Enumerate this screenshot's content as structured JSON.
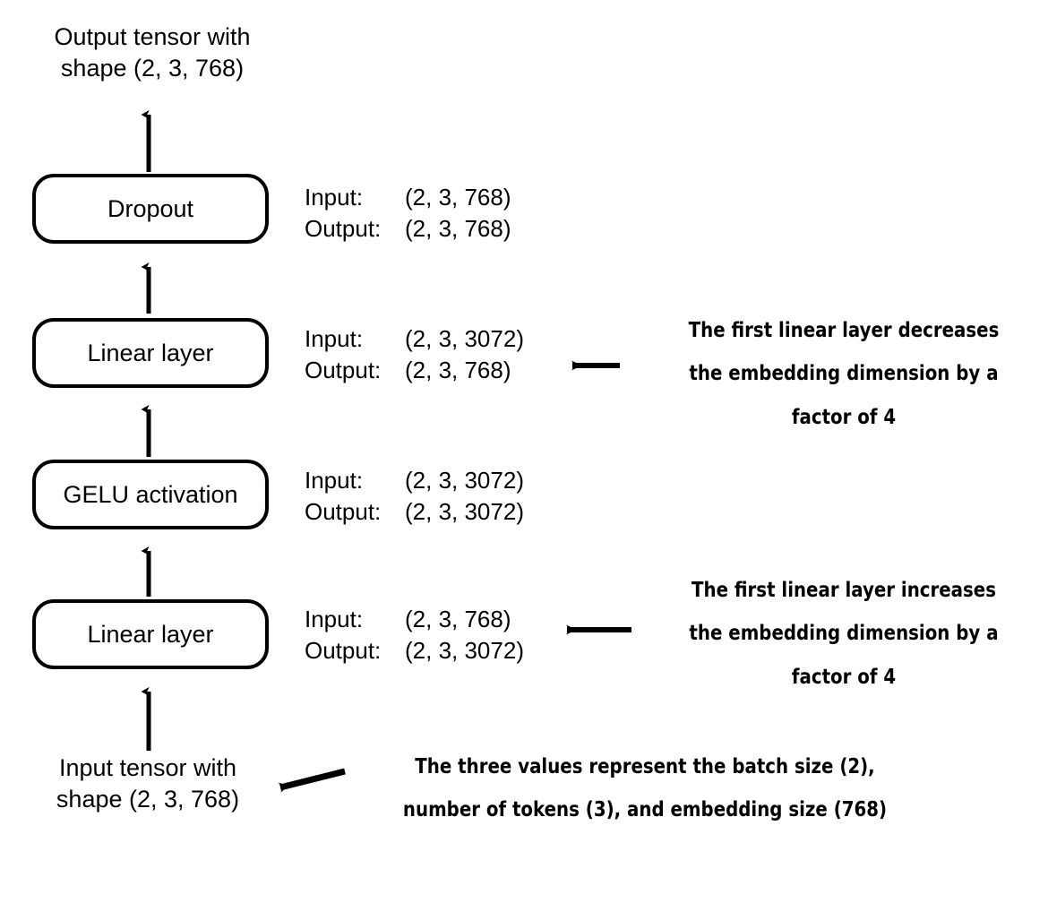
{
  "diagram": {
    "title_caption": "Output tensor with\nshape (2, 3, 768)",
    "input_caption": "Input tensor with\nshape (2, 3, 768)",
    "blocks": [
      {
        "name": "dropout",
        "label": "Dropout",
        "input_key": "Input:",
        "input_value": "(2, 3, 768)",
        "output_key": "Output:",
        "output_value": "(2, 3, 768)"
      },
      {
        "name": "linear-layer-2",
        "label": "Linear layer",
        "input_key": "Input:",
        "input_value": "(2, 3, 3072)",
        "output_key": "Output:",
        "output_value": "(2, 3, 768)"
      },
      {
        "name": "gelu-activation",
        "label": "GELU activation",
        "input_key": "Input:",
        "input_value": "(2, 3, 3072)",
        "output_key": "Output:",
        "output_value": "(2, 3, 3072)"
      },
      {
        "name": "linear-layer-1",
        "label": "Linear layer",
        "input_key": "Input:",
        "input_value": "(2, 3, 768)",
        "output_key": "Output:",
        "output_value": "(2, 3, 3072)"
      }
    ],
    "notes": [
      {
        "name": "note-decrease",
        "text": "The first linear layer decreases the embedding dimension by a factor of 4"
      },
      {
        "name": "note-increase",
        "text": "The first linear layer increases the embedding dimension by a factor of 4"
      },
      {
        "name": "note-shape-meaning",
        "text": "The three values represent the batch size (2), number of tokens (3), and embedding size (768)"
      }
    ],
    "colors": {
      "stroke": "#000000",
      "background": "#ffffff",
      "text": "#000000"
    }
  }
}
